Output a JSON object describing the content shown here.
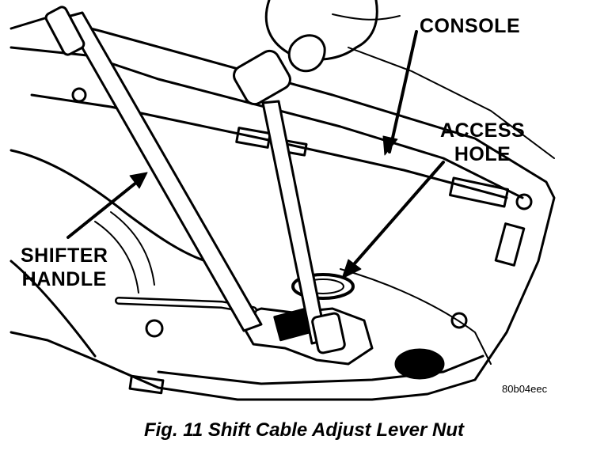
{
  "labels": {
    "console": "CONSOLE",
    "access_hole_line1": "ACCESS",
    "access_hole_line2": "HOLE",
    "shifter_handle_line1": "SHIFTER",
    "shifter_handle_line2": "HANDLE"
  },
  "figure_id": "80b04eec",
  "caption": "Fig. 11 Shift Cable Adjust Lever Nut"
}
